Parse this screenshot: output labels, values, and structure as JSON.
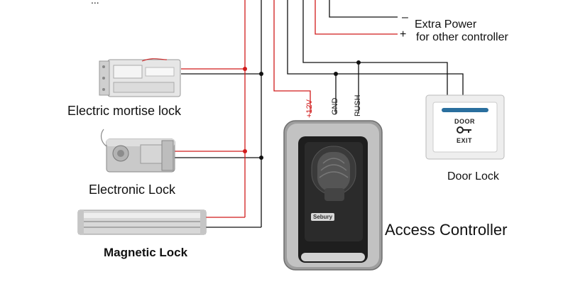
{
  "top_partial_text": "...",
  "extra_power": {
    "minus_sign": "–",
    "plus_sign": "+",
    "line1": "Extra Power",
    "line2": "for other controller"
  },
  "terminals": {
    "v12": "+12V",
    "gnd": "GND",
    "push": "PUSH"
  },
  "devices": {
    "mortise": "Electric mortise lock",
    "electronic": "Electronic Lock",
    "magnetic": "Magnetic Lock",
    "door_lock": "Door Lock",
    "controller": "Access Controller"
  },
  "controller_brand": "Sebury",
  "exit_button": {
    "top": "DOOR",
    "bottom": "EXIT"
  },
  "colors": {
    "wire_black": "#111111",
    "wire_red": "#d11b1b",
    "junction": "#d11b1b"
  }
}
